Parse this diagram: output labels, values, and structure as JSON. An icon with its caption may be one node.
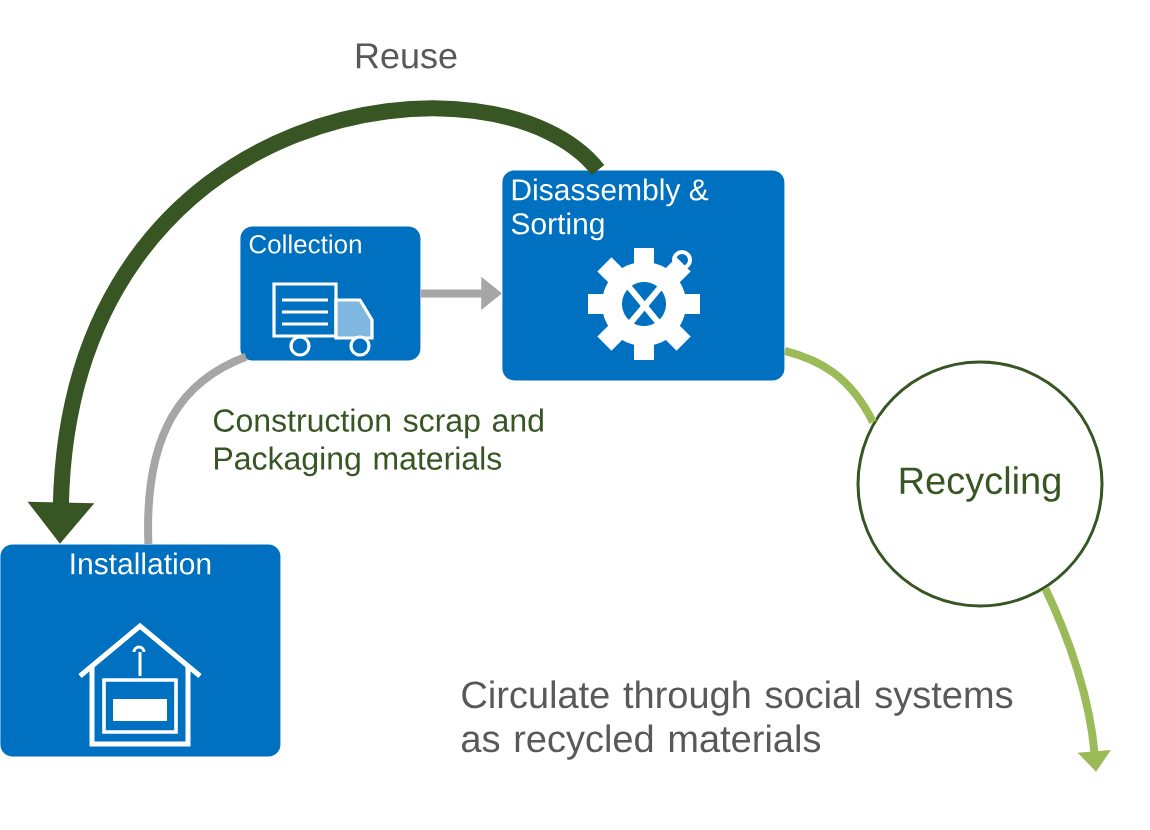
{
  "diagram": {
    "nodes": [
      {
        "text": [
          "Installation"
        ]
      },
      {
        "text": [
          "Collection"
        ]
      },
      {
        "text": [
          "Disassembly & Sorting"
        ]
      },
      {
        "text": [
          "Recycling"
        ]
      }
    ],
    "edges": [
      {
        "from": 0,
        "to": 1,
        "arrow": "none",
        "color": "#a6a6a6"
      },
      {
        "from": 1,
        "to": 2,
        "arrow": "to",
        "color": "#a6a6a6"
      },
      {
        "from": 2,
        "to": 0,
        "arrow": "to",
        "label": "Reuse",
        "style": "thick",
        "color": "#375623"
      },
      {
        "from": 2,
        "to": 3,
        "arrow": "none",
        "color": "#9bbb59"
      },
      {
        "from": 3,
        "to": null,
        "arrow": "to",
        "color": "#9bbb59"
      }
    ],
    "labels": [
      "Construction scrap and Packaging materials",
      "Circulate through social systems as recycled materials"
    ]
  }
}
